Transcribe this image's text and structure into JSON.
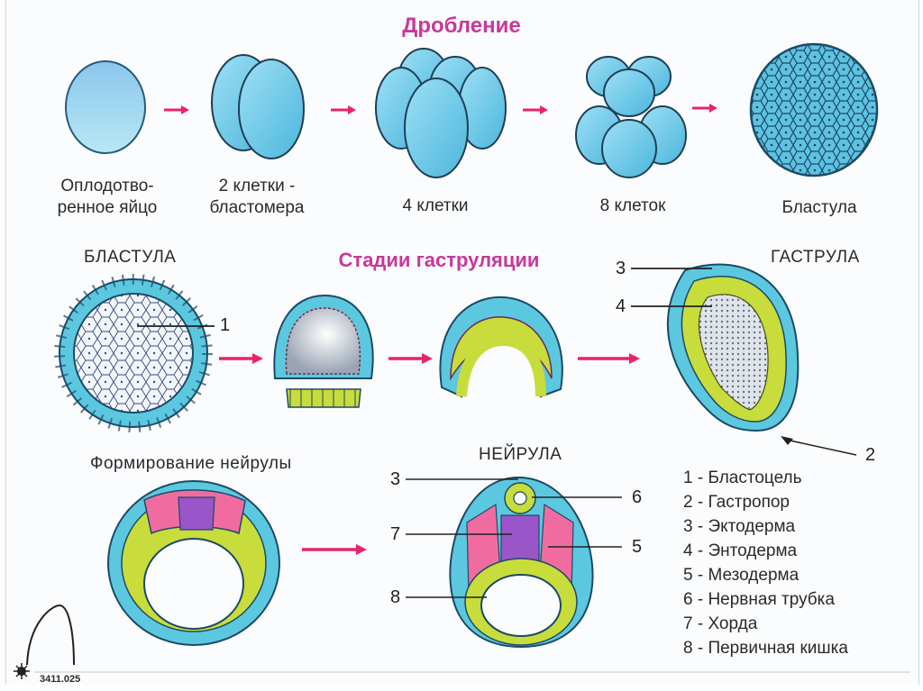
{
  "titles": {
    "cleavage": "Дробление",
    "gastrulation": "Стадии гаструляции"
  },
  "cleavage_labels": {
    "egg_line1": "Оплодотво-",
    "egg_line2": "ренное яйцо",
    "two_line1": "2 клетки -",
    "two_line2": "бластомера",
    "four": "4 клетки",
    "eight": "8 клеток",
    "blastula": "Бластула"
  },
  "headings": {
    "blastula": "БЛАСТУЛА",
    "gastrula": "ГАСТРУЛА",
    "neurula_formation": "Формирование нейрулы",
    "neurula": "НЕЙРУЛА"
  },
  "callouts": {
    "n1": "1",
    "n2": "2",
    "n3a": "3",
    "n4": "4",
    "n3b": "3",
    "n6": "6",
    "n7": "7",
    "n5": "5",
    "n8": "8"
  },
  "legend": [
    "1 - Бластоцель",
    "2 - Гастропор",
    "3 - Эктодерма",
    "4 - Энтодерма",
    "5 - Мезодерма",
    "6 - Нервная трубка",
    "7 - Хорда",
    "8 - Первичная кишка"
  ],
  "footer_code": "3411.025",
  "colors": {
    "accent_title": "#c8389a",
    "arrow": "#e8236a",
    "ectoderm": "#5cc8e0",
    "endoderm": "#c8dc3c",
    "mesoderm": "#f06ca0",
    "chorda": "#9a55c8",
    "cell_fill": "#7fd0ee"
  }
}
